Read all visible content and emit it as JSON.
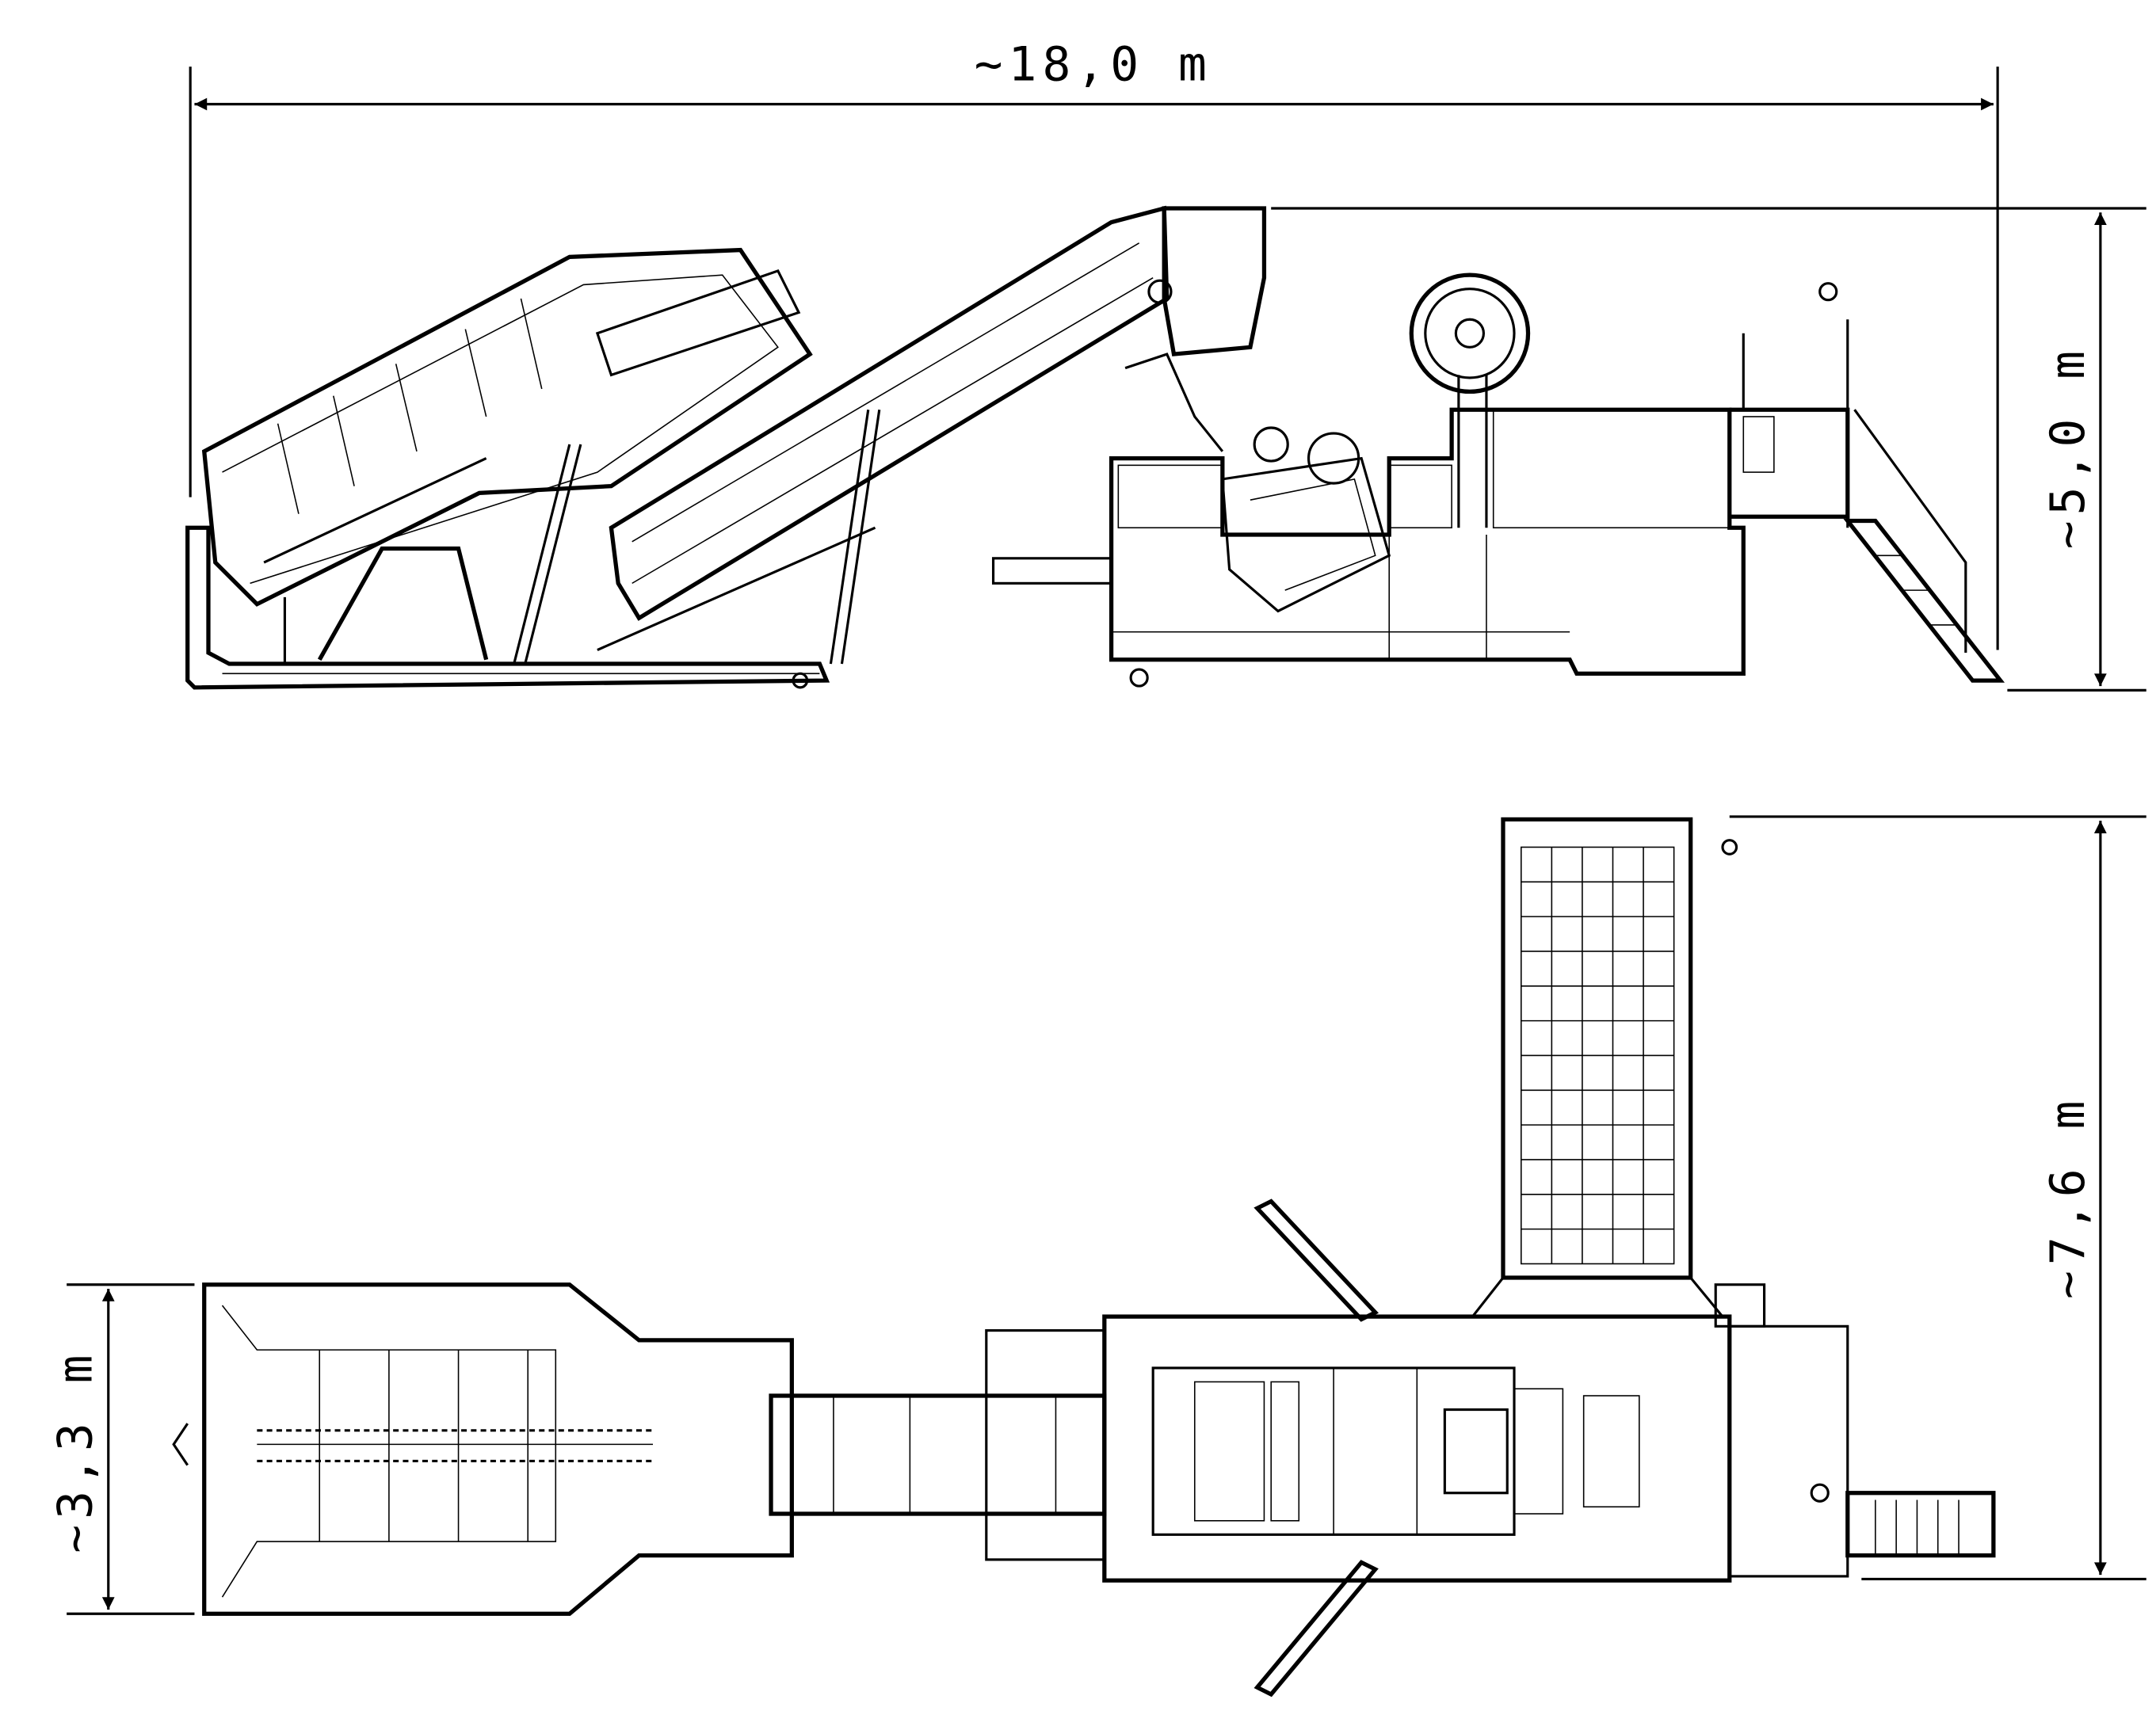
{
  "dimensions": {
    "overall_length": "~18,0 m",
    "height": "~5,0 m",
    "plan_width_total": "~7,6 m",
    "hopper_width": "~3,3 m"
  },
  "views": [
    "side-elevation",
    "plan-view"
  ]
}
